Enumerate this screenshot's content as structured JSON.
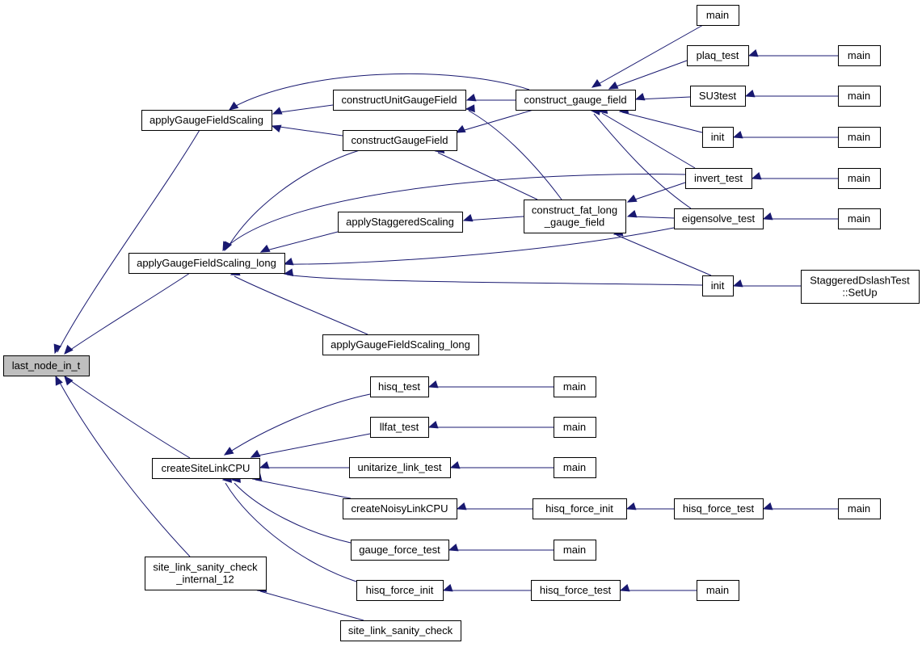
{
  "graph": {
    "nodes": [
      {
        "id": "n_last_node",
        "label": [
          "last_node_in_t"
        ],
        "root": true
      },
      {
        "id": "n_agfs",
        "label": [
          "applyGaugeFieldScaling"
        ]
      },
      {
        "id": "n_agfsl",
        "label": [
          "applyGaugeFieldScaling_long"
        ]
      },
      {
        "id": "n_agfsl2",
        "label": [
          "applyGaugeFieldScaling_long"
        ]
      },
      {
        "id": "n_cslc",
        "label": [
          "createSiteLinkCPU"
        ]
      },
      {
        "id": "n_slsci",
        "label": [
          "site_link_sanity_check",
          "_internal_12"
        ]
      },
      {
        "id": "n_slsc",
        "label": [
          "site_link_sanity_check"
        ]
      },
      {
        "id": "n_cugf",
        "label": [
          "constructUnitGaugeField"
        ]
      },
      {
        "id": "n_cgf",
        "label": [
          "constructGaugeField"
        ]
      },
      {
        "id": "n_ass",
        "label": [
          "applyStaggeredScaling"
        ]
      },
      {
        "id": "n_cgf2",
        "label": [
          "construct_gauge_field"
        ]
      },
      {
        "id": "n_cflgf",
        "label": [
          "construct_fat_long",
          "_gauge_field"
        ]
      },
      {
        "id": "n_main1",
        "label": [
          "main"
        ]
      },
      {
        "id": "n_plaq",
        "label": [
          "plaq_test"
        ]
      },
      {
        "id": "n_main2",
        "label": [
          "main"
        ]
      },
      {
        "id": "n_su3",
        "label": [
          "SU3test"
        ]
      },
      {
        "id": "n_main3",
        "label": [
          "main"
        ]
      },
      {
        "id": "n_init1",
        "label": [
          "init"
        ]
      },
      {
        "id": "n_main4",
        "label": [
          "main"
        ]
      },
      {
        "id": "n_invert",
        "label": [
          "invert_test"
        ]
      },
      {
        "id": "n_main5",
        "label": [
          "main"
        ]
      },
      {
        "id": "n_eig",
        "label": [
          "eigensolve_test"
        ]
      },
      {
        "id": "n_main6",
        "label": [
          "main"
        ]
      },
      {
        "id": "n_init2",
        "label": [
          "init"
        ]
      },
      {
        "id": "n_sds",
        "label": [
          "StaggeredDslashTest",
          "::SetUp"
        ]
      },
      {
        "id": "n_hisq_test",
        "label": [
          "hisq_test"
        ]
      },
      {
        "id": "n_main7",
        "label": [
          "main"
        ]
      },
      {
        "id": "n_llfat",
        "label": [
          "llfat_test"
        ]
      },
      {
        "id": "n_main8",
        "label": [
          "main"
        ]
      },
      {
        "id": "n_unitarize",
        "label": [
          "unitarize_link_test"
        ]
      },
      {
        "id": "n_main9",
        "label": [
          "main"
        ]
      },
      {
        "id": "n_cnlc",
        "label": [
          "createNoisyLinkCPU"
        ]
      },
      {
        "id": "n_hfi1",
        "label": [
          "hisq_force_init"
        ]
      },
      {
        "id": "n_hft1",
        "label": [
          "hisq_force_test"
        ]
      },
      {
        "id": "n_main10",
        "label": [
          "main"
        ]
      },
      {
        "id": "n_gft",
        "label": [
          "gauge_force_test"
        ]
      },
      {
        "id": "n_main11",
        "label": [
          "main"
        ]
      },
      {
        "id": "n_hfi2",
        "label": [
          "hisq_force_init"
        ]
      },
      {
        "id": "n_hft2",
        "label": [
          "hisq_force_test"
        ]
      },
      {
        "id": "n_main12",
        "label": [
          "main"
        ]
      }
    ],
    "edges": [
      [
        "n_agfs",
        "n_last_node"
      ],
      [
        "n_agfsl",
        "n_last_node"
      ],
      [
        "n_cslc",
        "n_last_node"
      ],
      [
        "n_slsci",
        "n_last_node"
      ],
      [
        "n_cugf",
        "n_agfs"
      ],
      [
        "n_cgf",
        "n_agfs"
      ],
      [
        "n_cgf2",
        "n_agfs"
      ],
      [
        "n_cgf",
        "n_agfsl"
      ],
      [
        "n_ass",
        "n_agfsl"
      ],
      [
        "n_invert",
        "n_agfsl"
      ],
      [
        "n_eig",
        "n_agfsl"
      ],
      [
        "n_init2",
        "n_agfsl"
      ],
      [
        "n_agfsl2",
        "n_agfsl"
      ],
      [
        "n_cgf2",
        "n_cugf"
      ],
      [
        "n_cflgf",
        "n_cugf"
      ],
      [
        "n_cgf2",
        "n_cgf"
      ],
      [
        "n_cflgf",
        "n_cgf"
      ],
      [
        "n_cflgf",
        "n_ass"
      ],
      [
        "n_main1",
        "n_cgf2"
      ],
      [
        "n_plaq",
        "n_cgf2"
      ],
      [
        "n_su3",
        "n_cgf2"
      ],
      [
        "n_init1",
        "n_cgf2"
      ],
      [
        "n_invert",
        "n_cgf2"
      ],
      [
        "n_eig",
        "n_cgf2"
      ],
      [
        "n_invert",
        "n_cflgf"
      ],
      [
        "n_eig",
        "n_cflgf"
      ],
      [
        "n_init2",
        "n_cflgf"
      ],
      [
        "n_main2",
        "n_plaq"
      ],
      [
        "n_main3",
        "n_su3"
      ],
      [
        "n_main4",
        "n_init1"
      ],
      [
        "n_main5",
        "n_invert"
      ],
      [
        "n_main6",
        "n_eig"
      ],
      [
        "n_sds",
        "n_init2"
      ],
      [
        "n_hisq_test",
        "n_cslc"
      ],
      [
        "n_llfat",
        "n_cslc"
      ],
      [
        "n_unitarize",
        "n_cslc"
      ],
      [
        "n_cnlc",
        "n_cslc"
      ],
      [
        "n_gft",
        "n_cslc"
      ],
      [
        "n_hfi2",
        "n_cslc"
      ],
      [
        "n_main7",
        "n_hisq_test"
      ],
      [
        "n_main8",
        "n_llfat"
      ],
      [
        "n_main9",
        "n_unitarize"
      ],
      [
        "n_hfi1",
        "n_cnlc"
      ],
      [
        "n_hft1",
        "n_hfi1"
      ],
      [
        "n_main10",
        "n_hft1"
      ],
      [
        "n_main11",
        "n_gft"
      ],
      [
        "n_hft2",
        "n_hfi2"
      ],
      [
        "n_main12",
        "n_hft2"
      ],
      [
        "n_slsc",
        "n_slsci"
      ]
    ]
  },
  "colors": {
    "edge": "#191970",
    "root_fill": "#bfbfbf",
    "node_fill": "#ffffff",
    "node_border": "#000000"
  }
}
